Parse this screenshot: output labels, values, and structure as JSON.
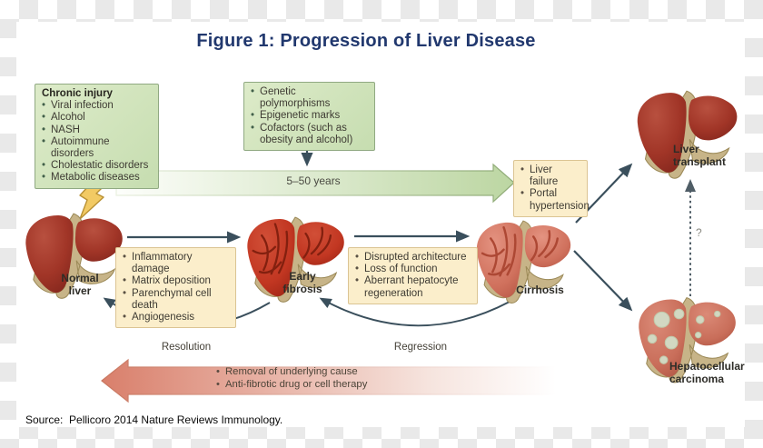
{
  "title": "Figure 1: Progression of Liver Disease",
  "source": "Source:  Pellicoro 2014 Nature Reviews Immunology.",
  "causes_box": {
    "title": "Chronic injury",
    "items": [
      "Viral infection",
      "Alcohol",
      "NASH",
      "Autoimmune disorders",
      "Cholestatic disorders",
      "Metabolic diseases"
    ]
  },
  "modifiers_box": {
    "items": [
      "Genetic polymorphisms",
      "Epigenetic marks",
      "Cofactors (such as obesity and alcohol)"
    ]
  },
  "timeline_arrow": {
    "label": "5–50 years"
  },
  "complications_box": {
    "items": [
      "Liver failure",
      "Portal hypertension"
    ]
  },
  "fibrogenesis_box": {
    "items": [
      "Inflammatory damage",
      "Matrix deposition",
      "Parenchymal cell death",
      "Angiogenesis"
    ]
  },
  "cirrhosis_box": {
    "items": [
      "Disrupted architecture",
      "Loss of function",
      "Aberrant hepatocyte regeneration"
    ]
  },
  "stages": {
    "normal": "Normal liver",
    "early_fibrosis": "Early fibrosis",
    "cirrhosis": "Cirrhosis",
    "transplant": "Liver transplant",
    "carcinoma": "Hepatocellular carcinoma"
  },
  "reverse_arrows": {
    "resolution": "Resolution",
    "regression": "Regression"
  },
  "therapy_arrow": {
    "items": [
      "Removal of underlying cause",
      "Anti-fibrotic drug or cell therapy"
    ]
  },
  "uncertainty_label": "?",
  "colors": {
    "title": "#21386e",
    "connector": "#3a4f5c",
    "green_box": "#cfe3ba",
    "yellow_box": "#fbeecb",
    "timeline_green": "#bcd6a2",
    "therapy_red": "#d97f6b",
    "liver_normal": "#a13527",
    "liver_cirrhosis": "#d0715d",
    "tumor_spot": "#d2d8c2"
  }
}
